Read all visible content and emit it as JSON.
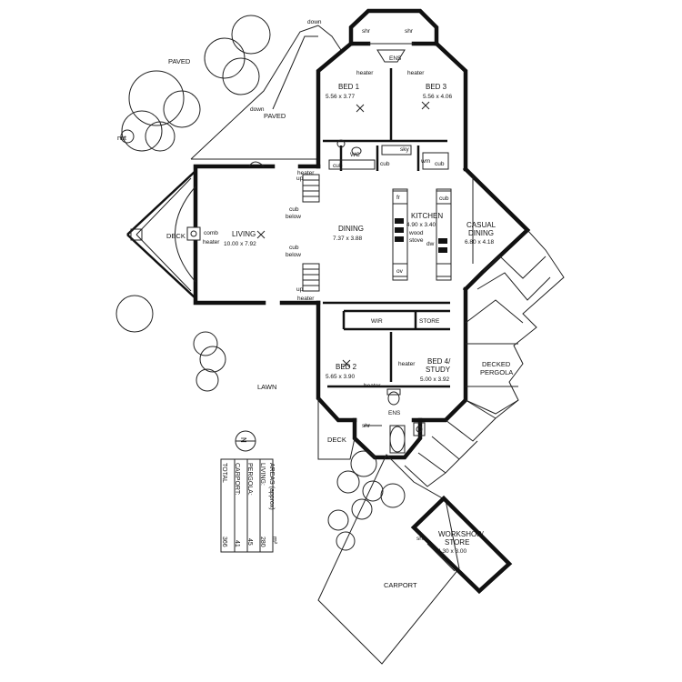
{
  "rooms": {
    "bed1_name": "BED 1",
    "bed1_size": "5.56 x 3.77",
    "bed3_name": "BED 3",
    "bed3_size": "5.56 x 4.06",
    "bed2_name": "BED 2",
    "bed2_size": "5.65 x 3.90",
    "bed4_name": "BED 4/",
    "bed4_name2": "STUDY",
    "bed4_size": "5.00 x 3.92",
    "living_name": "LIVING",
    "living_size": "10.00 x 7.92",
    "dining_name": "DINING",
    "dining_size": "7.37 x 3.88",
    "kitchen_name": "KITCHEN",
    "kitchen_size": "4.90 x 3.40",
    "casual_name": "CASUAL",
    "casual_name2": "DINING",
    "casual_size": "6.80 x 4.18",
    "workshop_name": "WORKSHOP/",
    "workshop_name2": "STORE",
    "workshop_size": "4.30 x 3.00",
    "wir": "WIR",
    "store": "STORE",
    "ens_top": "ENS",
    "ens_bottom": "ENS",
    "deck_left": "DECK",
    "deck_bottom": "DECK",
    "decked": "DECKED",
    "pergola": "PERGOLA",
    "carport": "CARPORT",
    "lawn": "LAWN",
    "paved1": "PAVED",
    "paved2": "PAVED"
  },
  "fixtures": {
    "shr_tl": "shr",
    "shr_tr": "shr",
    "shr_b": "shr",
    "shr_ws": "shr",
    "heater_b1": "heater",
    "heater_b3": "heater",
    "heater_l1": "heater",
    "heater_l2": "heater",
    "heater_b4": "heater",
    "heater_ens": "heater",
    "comb": "comb",
    "heater_comb": "heater",
    "wc": "WC",
    "sky": "sky",
    "wm": "wm",
    "cub1": "cub",
    "cub2": "cub",
    "cub3": "cub",
    "cub4": "cub",
    "cubbelow1": "cub",
    "cubbelow1b": "below",
    "cubbelow2": "cub",
    "cubbelow2b": "below",
    "fr": "fr",
    "ov": "ov",
    "dw": "dw",
    "wood": "wood",
    "stove": "stove",
    "up1": "up",
    "up2": "up",
    "down1": "down",
    "down2": "down",
    "rwt": "rwt"
  },
  "areas": {
    "title": "AREAS (approx)",
    "unit": "m²",
    "rows": [
      {
        "label": "LIVING:",
        "value": "280"
      },
      {
        "label": "PERGOLA:",
        "value": "45"
      },
      {
        "label": "CARPORT:",
        "value": "41"
      },
      {
        "label": "TOTAL",
        "value": "366"
      }
    ]
  },
  "north": "N"
}
